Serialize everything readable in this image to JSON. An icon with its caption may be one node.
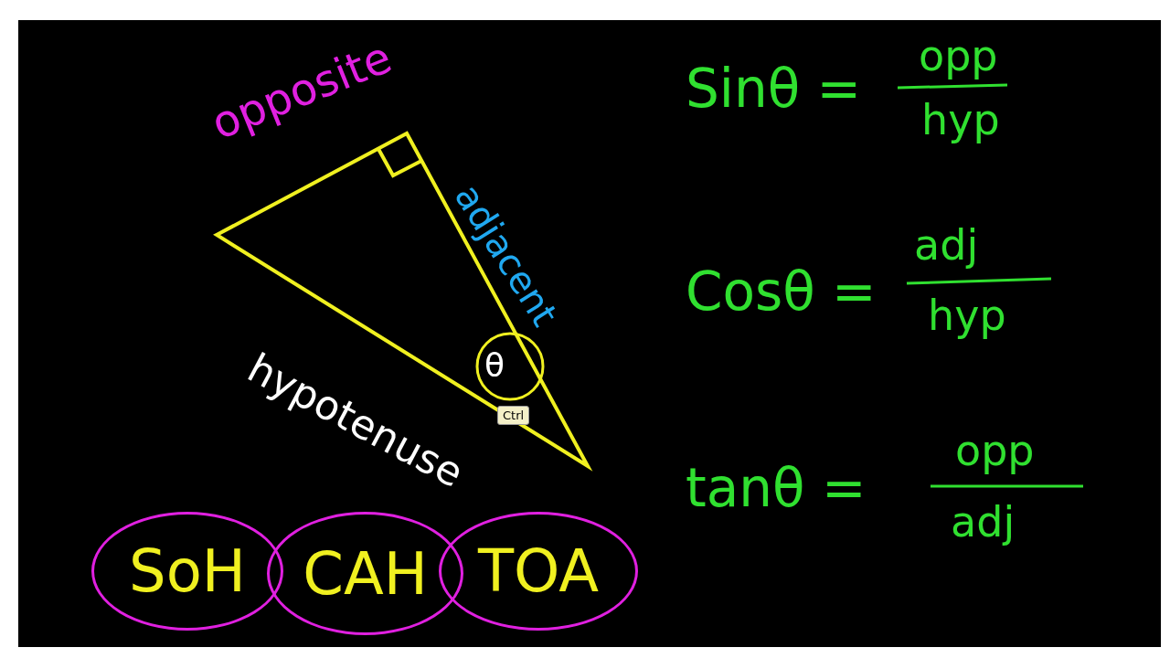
{
  "diagram": {
    "nodes": [
      {
        "text": [
          "SoH"
        ]
      },
      {
        "text": [
          "CAH"
        ]
      },
      {
        "text": [
          "TOA"
        ]
      }
    ],
    "labels": [
      "opposite",
      "adjacent",
      "hypotenuse",
      "θ",
      "Ctrl",
      "Sinθ =",
      "opp",
      "hyp",
      "Cosθ =",
      "adj",
      "hyp",
      "tanθ =",
      "opp",
      "adj"
    ]
  }
}
